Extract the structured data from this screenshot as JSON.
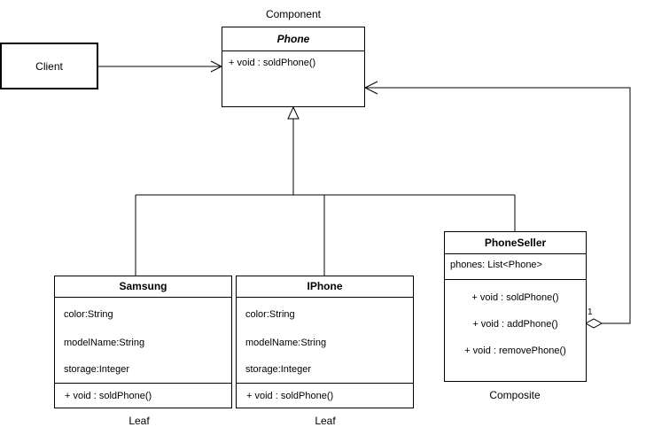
{
  "client": {
    "label": "Client"
  },
  "component": {
    "stereotype": "Component",
    "name": "Phone",
    "operations": [
      "+ void : soldPhone()"
    ]
  },
  "samsung": {
    "name": "Samsung",
    "attributes": [
      "color:String",
      "modelName:String",
      "storage:Integer"
    ],
    "operations": [
      "+ void : soldPhone()"
    ],
    "caption": "Leaf"
  },
  "iphone": {
    "name": "IPhone",
    "attributes": [
      "color:String",
      "modelName:String",
      "storage:Integer"
    ],
    "operations": [
      "+ void : soldPhone()"
    ],
    "caption": "Leaf"
  },
  "phoneseller": {
    "name": "PhoneSeller",
    "attributes": [
      "phones: List<Phone>"
    ],
    "operations": [
      "+ void : soldPhone()",
      "+ void : addPhone()",
      "+ void : removePhone()"
    ],
    "caption": "Composite",
    "multiplicity": "1"
  }
}
